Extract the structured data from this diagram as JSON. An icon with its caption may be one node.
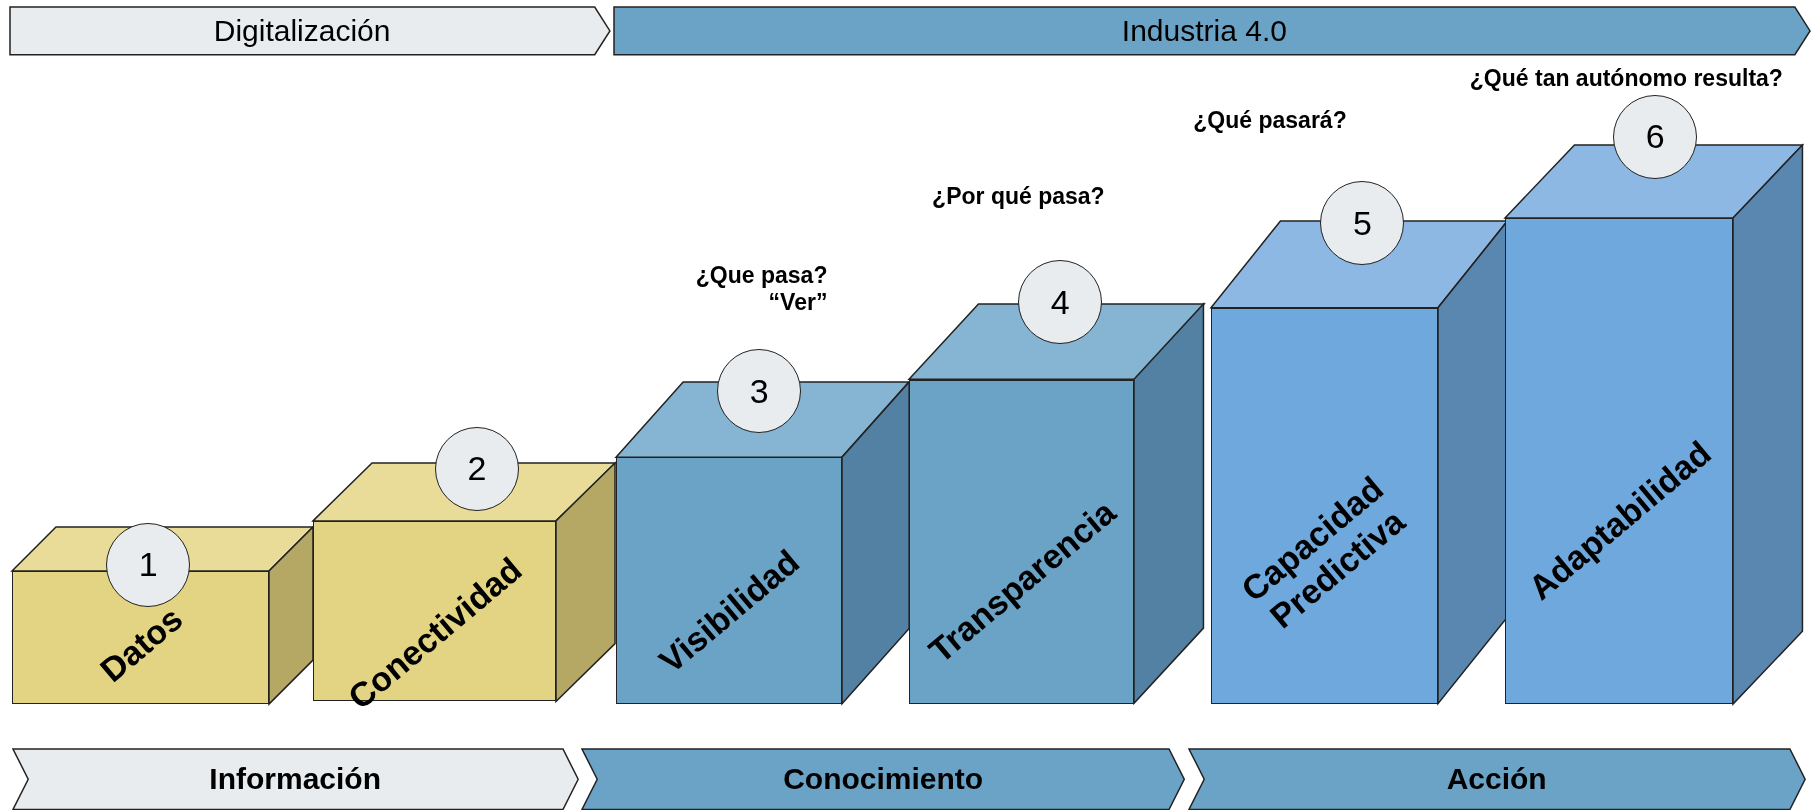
{
  "diagram": {
    "nodes": [
      {
        "text": [
          "Digitalización"
        ]
      },
      {
        "text": [
          "Industria 4.0"
        ]
      },
      {
        "text": [
          "Datos"
        ]
      },
      {
        "text": [
          "1"
        ]
      },
      {
        "text": [
          "Conectividad"
        ]
      },
      {
        "text": [
          "2"
        ]
      },
      {
        "text": [
          "Visibilidad"
        ]
      },
      {
        "text": [
          "3"
        ]
      },
      {
        "text": [
          "Transparencia"
        ]
      },
      {
        "text": [
          "4"
        ]
      },
      {
        "text": [
          "Capacidad Predictiva"
        ]
      },
      {
        "text": [
          "5"
        ]
      },
      {
        "text": [
          "Adaptabilidad"
        ]
      },
      {
        "text": [
          "6"
        ]
      },
      {
        "text": [
          "Información"
        ]
      },
      {
        "text": [
          "Conocimiento"
        ]
      },
      {
        "text": [
          "Acción"
        ]
      }
    ],
    "labels": [
      "¿Qué tan autónomo resulta?",
      "¿Qué pasará?",
      "¿Por qué pasa?",
      "¿Que pasa? “Ver”"
    ]
  }
}
